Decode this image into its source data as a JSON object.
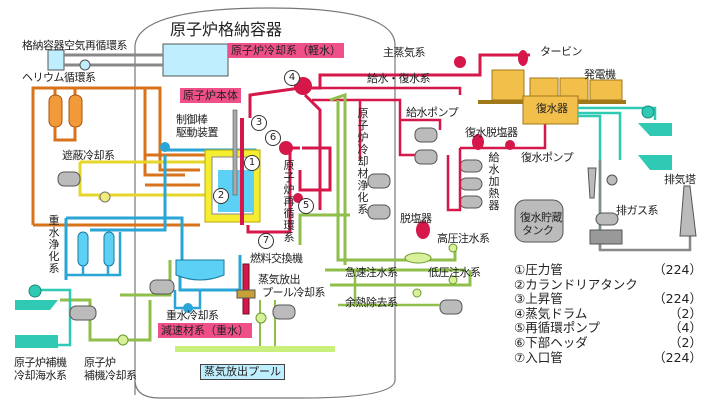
{
  "title": "原子炉格納容器",
  "labels": {
    "containment_air": "格納容器空気再循環系",
    "helium": "ヘリウム循環系",
    "primary_coolant": "原子炉冷却系（軽水）",
    "reactor_body": "原子炉本体",
    "control_rod_1": "制御棒",
    "control_rod_2": "駆動装置",
    "shield_cooling": "遮蔽冷却系",
    "heavy_water_purif": "重水浄化系",
    "heavy_water_cooling": "重水冷却系",
    "moderator": "減速材系（重水）",
    "aux_seawater_1": "原子炉補機",
    "aux_seawater_2": "冷却海水系",
    "aux_cooling_1": "原子炉",
    "aux_cooling_2": "補機冷却系",
    "recirc": "原子炉再循環系",
    "fuel_exchanger": "燃料交換機",
    "pool_cooling_1": "蒸気放出",
    "pool_cooling_2": "プール冷却系",
    "steam_pool": "蒸気放出プール",
    "main_steam": "主蒸気系",
    "feedwater": "給水・復水系",
    "coolant_purif": "原子炉冷却材浄化系",
    "feed_pump": "給水ポンプ",
    "demineralizer": "脱塩器",
    "cond_demin": "復水脱塩器",
    "feed_heater": "給水加熱器",
    "cond_pump": "復水ポンプ",
    "turbine": "タービン",
    "generator": "発電機",
    "condenser": "復水器",
    "hp_injection": "高圧注水系",
    "emergency_injection": "急速注水系",
    "lp_injection": "低圧注水系",
    "rhr": "余熱除去系",
    "cond_tank_1": "復水貯蔵",
    "cond_tank_2": "タンク",
    "offgas": "排ガス系",
    "stack": "排気塔"
  },
  "markers": [
    "1",
    "2",
    "3",
    "4",
    "5",
    "6",
    "7"
  ],
  "legend": [
    {
      "num": "①",
      "name": "圧力管",
      "count": "（224）"
    },
    {
      "num": "②",
      "name": "カランドリアタンク",
      "count": ""
    },
    {
      "num": "③",
      "name": "上昇管",
      "count": "（224）"
    },
    {
      "num": "④",
      "name": "蒸気ドラム",
      "count": "（2）"
    },
    {
      "num": "⑤",
      "name": "再循環ポンプ",
      "count": "（4）"
    },
    {
      "num": "⑥",
      "name": "下部ヘッダ",
      "count": "（2）"
    },
    {
      "num": "⑦",
      "name": "入口管",
      "count": "（224）"
    }
  ],
  "colors": {
    "light_water": "#d6174a",
    "heavy_water": "#2aa6d6",
    "helium": "#d8731c",
    "shield": "#e6d62a",
    "aux": "#8fbf4a",
    "seawater": "#2fc9b4",
    "turbine": "#f2c04a",
    "pink_label": "#f0508a"
  }
}
